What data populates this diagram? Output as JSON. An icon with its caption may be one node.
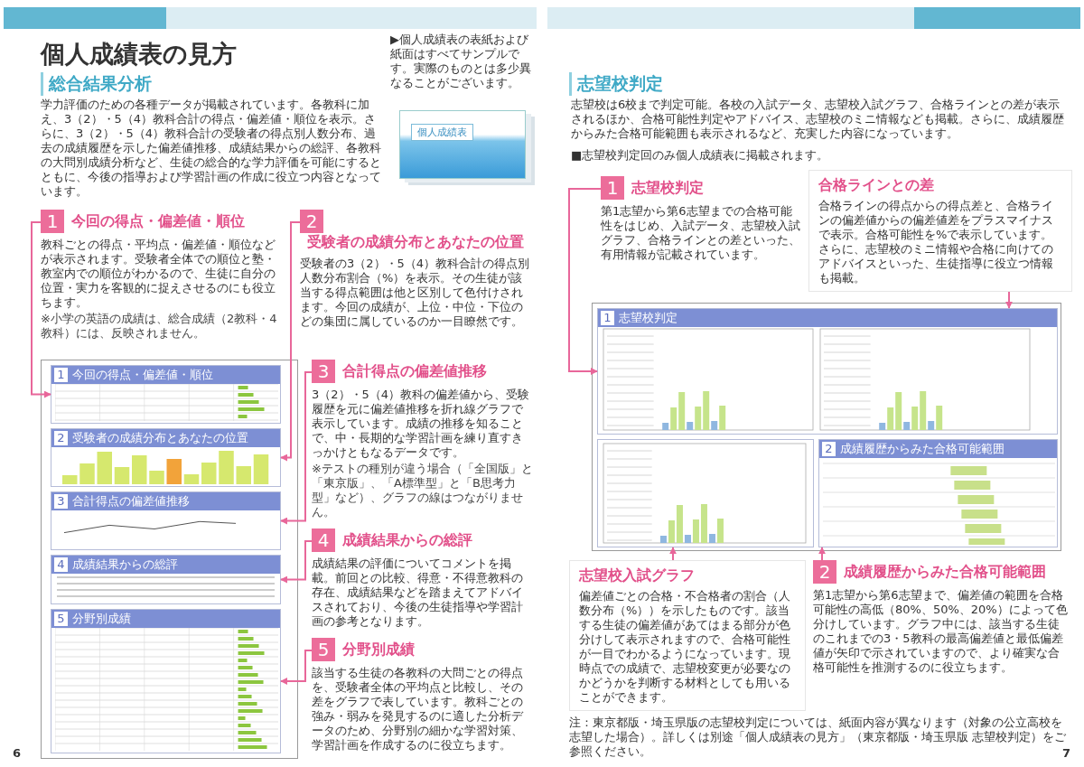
{
  "diagram": {
    "title": "個人成績表の見方",
    "nodes": [
      {
        "text": [
          "個人成績表"
        ]
      },
      {
        "text": [
          "1",
          "今回の得点・偏差値・順位",
          "教科ごとの得点・平均点・偏差値・順位などが表示されます。受験者全体での順位と塾・教室内での順位がわかるので、生徒に自分の位置・実力を客観的に捉えさせるのにも役立ちます。",
          "※小学の英語の成績は、総合成績（2教科・4教科）には、反映されません。"
        ]
      },
      {
        "text": [
          "2",
          "受験者の成績分布とあなたの位置",
          "受験者の3（2）・5（4）教科合計の得点別人数分布割合（%）を表示。その生徒が該当する得点範囲は他と区別して色付けされます。今回の成績が、上位・中位・下位のどの集団に属しているのか一目瞭然です。"
        ]
      },
      {
        "text": [],
        "shape": "box"
      },
      {
        "text": [
          "1",
          "今回の得点・偏差値・順位"
        ],
        "in": 3
      },
      {
        "text": [
          "2",
          "受験者の成績分布とあなたの位置"
        ],
        "in": 3
      },
      {
        "text": [
          "3",
          "合計得点の偏差値推移"
        ],
        "in": 3
      },
      {
        "text": [
          "4",
          "成績結果からの総評"
        ],
        "in": 3
      },
      {
        "text": [
          "5",
          "分野別成績"
        ],
        "in": 3
      },
      {
        "text": [
          "3",
          "合計得点の偏差値推移",
          "3（2）・5（4）教科の偏差値から、受験履歴を元に偏差値推移を折れ線グラフで表示しています。成績の推移を知ることで、中・長期的な学習計画を練り直すきっかけともなるデータです。",
          "※テストの種別が違う場合（「全国版」と「東京版」、「A標準型」と「B思考力型」など）、グラフの線はつながりません。"
        ]
      },
      {
        "text": [
          "4",
          "成績結果からの総評",
          "成績結果の評価についてコメントを掲載。前回との比較、得意・不得意教科の存在、成績結果などを踏まえてアドバイスされており、今後の生徒指導や学習計画の参考となります。"
        ]
      },
      {
        "text": [
          "5",
          "分野別成績",
          "該当する生徒の各教科の大問ごとの得点を、受験者全体の平均点と比較し、その差をグラフで表しています。教科ごとの強み・弱みを発見するのに適した分析データのため、分野別の細かな学習対策、学習計画を作成するのに役立ちます。"
        ]
      },
      {
        "text": [
          "1",
          "志望校判定",
          "第1志望から第6志望までの合格可能性をはじめ、入試データ、志望校入試グラフ、合格ラインとの差といった、有用情報が記載されています。"
        ]
      },
      {
        "text": [
          "合格ラインとの差",
          "合格ラインの得点からの得点差と、合格ラインの偏差値からの偏差値差をプラスマイナスで表示。合格可能性を%で表示しています。さらに、志望校のミニ情報や合格に向けてのアドバイスといった、生徒指導に役立つ情報も掲載。"
        ]
      },
      {
        "text": [],
        "shape": "box"
      },
      {
        "text": [
          "1",
          "志望校判定"
        ],
        "in": 14
      },
      {
        "text": [],
        "shape": "picture",
        "in": 14
      },
      {
        "text": [
          "2",
          "成績履歴からみた合格可能範囲"
        ],
        "in": 14
      },
      {
        "text": [
          "志望校入試グラフ",
          "偏差値ごとの合格・不合格者の割合（人数分布（%））を示したものです。該当する生徒の偏差値があてはまる部分が色分けして表示されますので、合格可能性が一目でわかるようになっています。現時点での成績で、志望校変更が必要なのかどうかを判断する材料としても用いることができます。"
        ]
      },
      {
        "text": [
          "2",
          "成績履歴からみた合格可能範囲",
          "第1志望から第6志望まで、偏差値の範囲を合格可能性の高低（80%、50%、20%）によって色分けしています。グラフ中には、該当する生徒のこれまでの3・5教科の最高偏差値と最低偏差値が矢印で示されていますので、より確実な合格可能性を推測するのに役立ちます。"
        ]
      }
    ],
    "edges": [
      {
        "from": 1,
        "to": 4,
        "arrow": "to"
      },
      {
        "from": 2,
        "to": 5,
        "arrow": "to"
      },
      {
        "from": 9,
        "to": 6,
        "arrow": "to"
      },
      {
        "from": 10,
        "to": 7,
        "arrow": "to"
      },
      {
        "from": 11,
        "to": 8,
        "arrow": "to"
      },
      {
        "from": 12,
        "to": 15,
        "arrow": "to"
      },
      {
        "from": 13,
        "to": 15,
        "arrow": "to"
      },
      {
        "from": 18,
        "to": 16,
        "arrow": "to"
      },
      {
        "from": 19,
        "to": 17,
        "arrow": "to"
      }
    ],
    "labels": [
      "▶個人成績表の表紙および紙面はすべてサンプルです。実際のものとは多少異なることがございます。",
      "総合結果分析",
      "学力評価のための各種データが掲載されています。各教科に加え、3（2）・5（4）教科合計の得点・偏差値・順位を表示。さらに、3（2）・5（4）教科合計の受験者の得点別人数分布、過去の成績履歴を示した偏差値推移、成績結果からの総評、各教科の大問別成績分析など、生徒の総合的な学力評価を可能にするとともに、今後の指導および学習計画の作成に役立つ内容となっています。",
      "志望校判定",
      "志望校は6校まで判定可能。各校の入試データ、志望校入試グラフ、合格ラインとの差が表示されるほか、合格可能性判定やアドバイス、志望校のミニ情報なども掲載。さらに、成績履歴からみた合格可能範囲も表示されるなど、充実した内容になっています。",
      "■志望校判定回のみ個人成績表に掲載されます。",
      "注：東京都版・埼玉県版の志望校判定については、紙面内容が異なります（対象の公立高校を志望した場合）。詳しくは別途「個人成績表の見方」（東京都版・埼玉県版 志望校判定）をご参照ください。",
      "6",
      "7"
    ]
  }
}
